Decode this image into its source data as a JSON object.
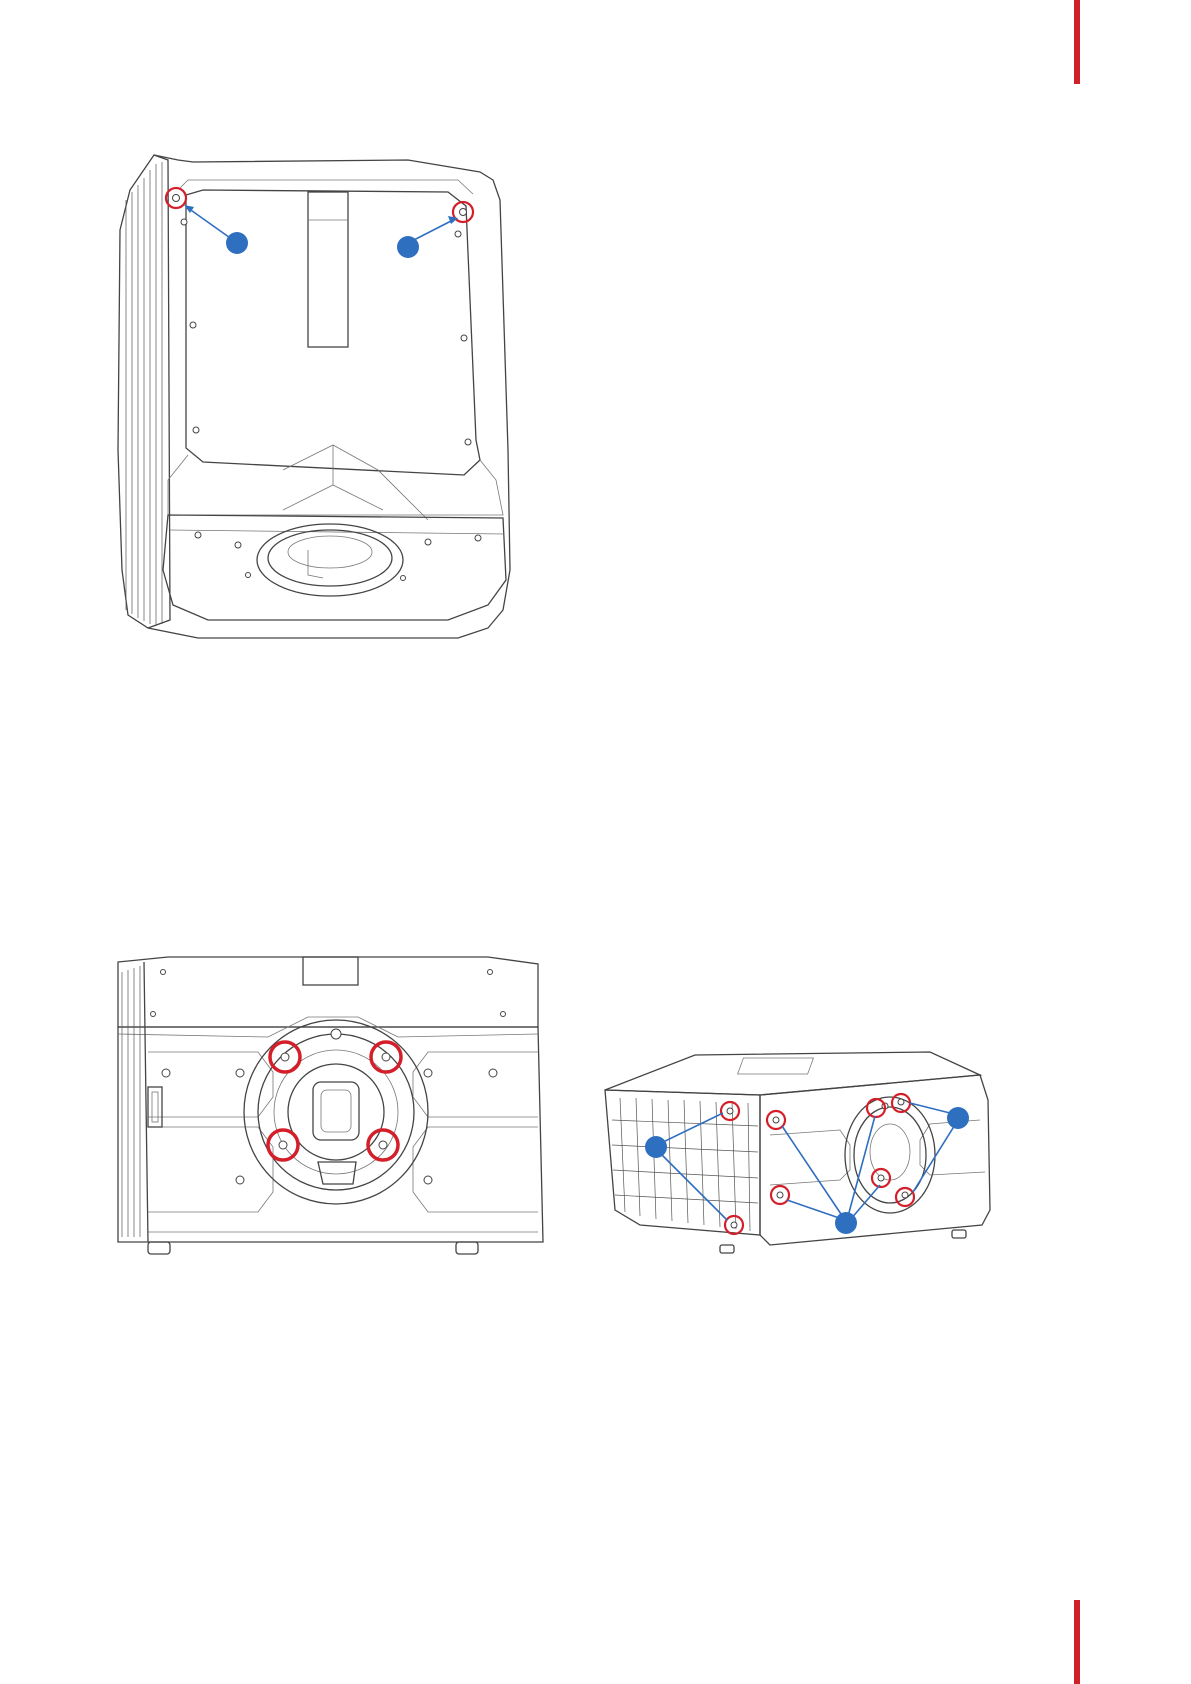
{
  "document": {
    "accent_color": "#d0202a",
    "callout_color": "#2f6fbf",
    "highlight_color": "#d41f2a"
  },
  "figures": [
    {
      "name": "projector-bottom-view",
      "callouts": [
        "",
        ""
      ]
    },
    {
      "name": "projector-front-view-lens-screws",
      "callouts": []
    },
    {
      "name": "projector-perspective-front-screws",
      "callouts": [
        "",
        "",
        ""
      ]
    }
  ]
}
